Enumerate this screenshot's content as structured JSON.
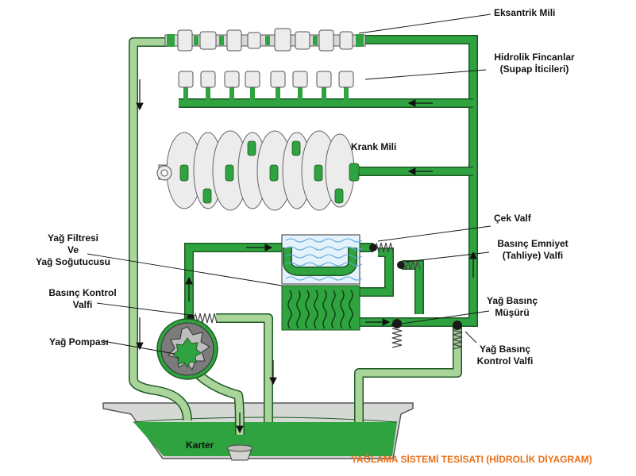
{
  "labels": {
    "eksantrik": "Eksantrik Mili",
    "fincanlar_1": "Hidrolik Fincanlar",
    "fincanlar_2": "(Supap İticileri)",
    "krank": "Krank Mili",
    "cek_valf": "Çek Valf",
    "emniyet_1": "Basınç Emniyet",
    "emniyet_2": "(Tahliye) Valfi",
    "filtre_1": "Yağ Filtresi",
    "filtre_2": "Ve",
    "filtre_3": "Yağ Soğutucusu",
    "kontrol_left_1": "Basınç Kontrol",
    "kontrol_left_2": "Valfi",
    "musur_1": "Yağ Basınç",
    "musur_2": "Müşürü",
    "pompa": "Yağ Pompası",
    "kontrol_right_1": "Yağ Basınç",
    "kontrol_right_2": "Kontrol Valfi",
    "karter": "Karter"
  },
  "title": "YAĞLAMA SİSTEMİ TESİSATI (HİDROLİK DİYAGRAM)",
  "colors": {
    "oil_pressure": "#2fa33f",
    "oil_return": "#a9d49a",
    "outline": "#1e5a24",
    "title": "#e8701a"
  }
}
